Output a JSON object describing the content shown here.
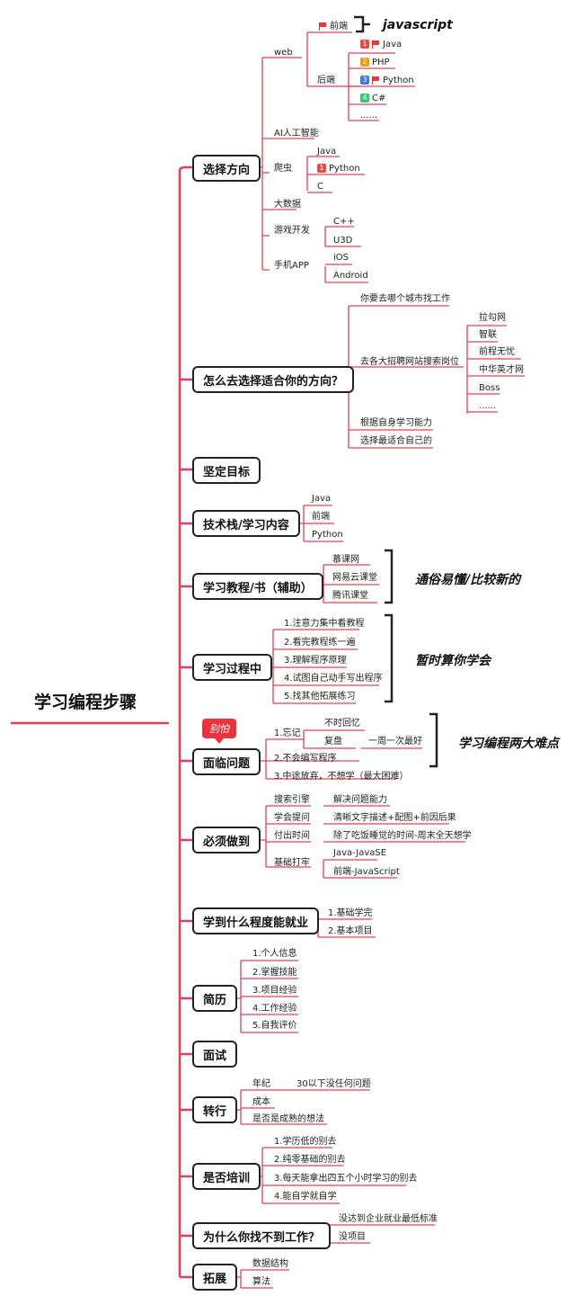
{
  "root": "学习编程步骤",
  "branches": {
    "b1": {
      "title": "选择方向"
    },
    "b2": {
      "title": "怎么去选择适合你的方向？"
    },
    "b3": {
      "title": "坚定目标"
    },
    "b4": {
      "title": "技术栈/学习内容"
    },
    "b5": {
      "title": "学习教程/书（辅助）"
    },
    "b6": {
      "title": "学习过程中"
    },
    "b7": {
      "title": "面临问题"
    },
    "b8": {
      "title": "必须做到"
    },
    "b9": {
      "title": "学到什么程度能就业"
    },
    "b10": {
      "title": "简历"
    },
    "b11": {
      "title": "面试"
    },
    "b12": {
      "title": "转行"
    },
    "b13": {
      "title": "是否培训"
    },
    "b14": {
      "title": "为什么你找不到工作？"
    },
    "b15": {
      "title": "拓展"
    }
  },
  "b1": {
    "web": "web",
    "frontend": "前端",
    "frontend_note": "javascript",
    "backend": "后端",
    "backend_items": [
      "Java",
      "PHP",
      "Python",
      "C#",
      "......"
    ],
    "backend_badges": [
      "1",
      "2",
      "3",
      "4"
    ],
    "ai": "AI人工智能",
    "crawler": "爬虫",
    "crawler_items": [
      "Java",
      "Python",
      "C"
    ],
    "crawler_badge": "1",
    "bigdata": "大数据",
    "game": "游戏开发",
    "game_items": [
      "C++",
      "U3D"
    ],
    "mobile": "手机APP",
    "mobile_items": [
      "iOS",
      "Android"
    ]
  },
  "b2": {
    "city": "你要去哪个城市找工作",
    "search": "去各大招聘网站搜索岗位",
    "sites": [
      "拉勾网",
      "智联",
      "前程无忧",
      "中华英才网",
      "Boss",
      "......"
    ],
    "ability": "根据自身学习能力",
    "choose": "选择最适合自己的"
  },
  "b4": {
    "items": [
      "Java",
      "前端",
      "Python"
    ]
  },
  "b5": {
    "items": [
      "慕课网",
      "网易云课堂",
      "腾讯课堂"
    ],
    "note": "通俗易懂/比较新的"
  },
  "b6": {
    "items": [
      "1.注意力集中看教程",
      "2.看完教程练一遍",
      "3.理解程序原理",
      "4.试图自己动手写出程序",
      "5.找其他拓展练习"
    ],
    "note": "暂时算你学会"
  },
  "b7": {
    "callout": "别怕",
    "forget": "1.忘记",
    "forget_items": [
      "不时回忆",
      "复盘"
    ],
    "review_detail": "一周一次最好",
    "no_code": "2.不会编写程序",
    "give_up": "3.中途放弃，不想学（最大困难）",
    "note": "学习编程两大难点"
  },
  "b8": {
    "search_engine": "搜索引擎",
    "search_engine_detail": "解决问题能力",
    "ask": "学会提问",
    "ask_detail": "清晰文字描述+配图+前因后果",
    "time": "付出时间",
    "time_detail": "除了吃饭睡觉的时间-周末全天想学",
    "basics": "基础打牢",
    "basics_items": [
      "Java-JavaSE",
      "前端-JavaScript"
    ]
  },
  "b9": {
    "items": [
      "1.基础学完",
      "2.基本项目"
    ]
  },
  "b10": {
    "items": [
      "1.个人信息",
      "2.掌握技能",
      "3.项目经验",
      "4.工作经验",
      "5.自我评价"
    ]
  },
  "b12": {
    "age": "年纪",
    "age_detail": "30以下没任何问题",
    "cost": "成本",
    "mature": "是否是成熟的想法"
  },
  "b13": {
    "items": [
      "1.学历低的别去",
      "2.纯零基础的别去",
      "3.每天能拿出四五个小时学习的别去",
      "4.能自学就自学"
    ]
  },
  "b14": {
    "items": [
      "没达到企业就业最低标准",
      "没项目"
    ]
  },
  "b15": {
    "items": [
      "数据结构",
      "算法"
    ]
  },
  "colors": {
    "line": "#e0405a",
    "border": "#222222",
    "badge1": "#e74c3c",
    "badge2": "#f39c12",
    "badge3": "#3b7dd8",
    "badge4": "#2ecc71"
  }
}
